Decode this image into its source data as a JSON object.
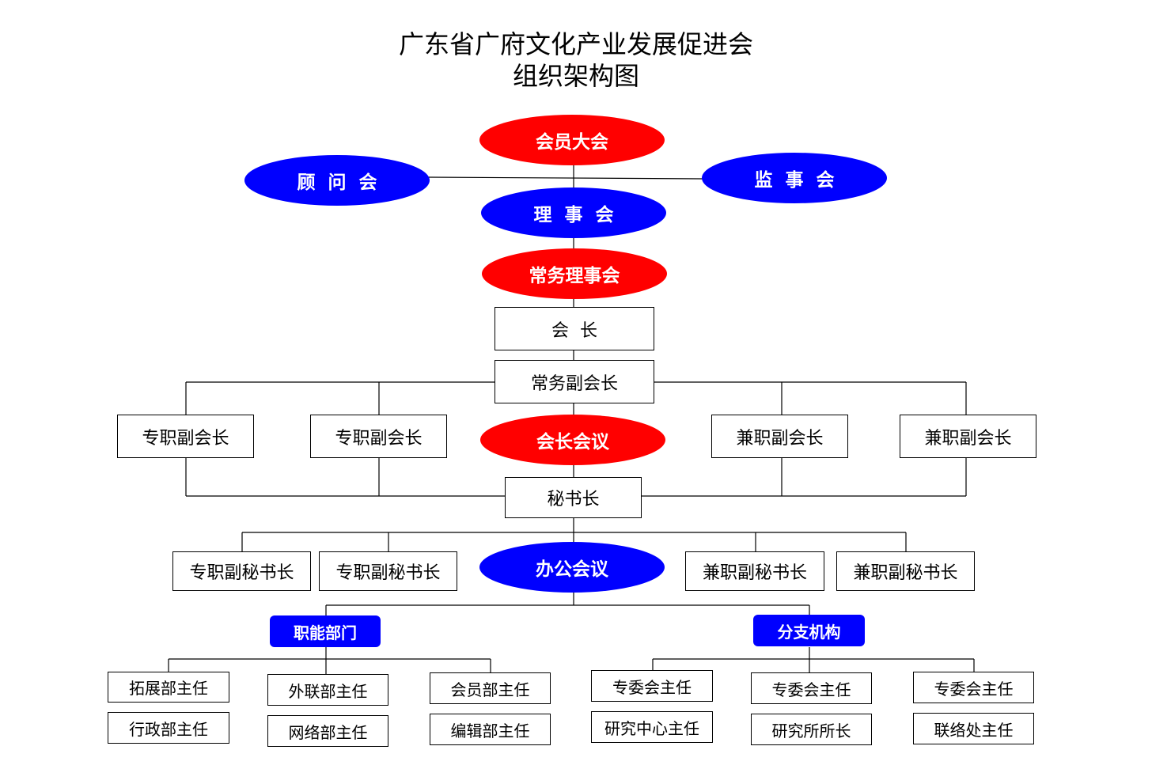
{
  "title": {
    "line1": "广东省广府文化产业发展促进会",
    "line2": "组织架构图"
  },
  "colors": {
    "red": "#ff0000",
    "blue": "#0000ff",
    "line": "#000000"
  },
  "ellipses": {
    "general_assembly": "会员大会",
    "advisory": "顾  问  会",
    "supervisory": "监  事  会",
    "council": "理  事  会",
    "standing_council": "常务理事会",
    "president_meeting": "会长会议",
    "office_meeting": "办公会议"
  },
  "boxes": {
    "president": "会  长",
    "exec_vp": "常务副会长",
    "ft_vp_1": "专职副会长",
    "ft_vp_2": "专职副会长",
    "pt_vp_1": "兼职副会长",
    "pt_vp_2": "兼职副会长",
    "secretary_general": "秘书长",
    "ft_dsg_1": "专职副秘书长",
    "ft_dsg_2": "专职副秘书长",
    "pt_dsg_1": "兼职副秘书长",
    "pt_dsg_2": "兼职副秘书长"
  },
  "groups": {
    "functional": "职能部门",
    "branches": "分支机构"
  },
  "departments": {
    "expansion": "拓展部主任",
    "admin": "行政部主任",
    "liaison": "外联部主任",
    "network": "网络部主任",
    "member": "会员部主任",
    "editing": "编辑部主任",
    "committee_1": "专委会主任",
    "research_center": "研究中心主任",
    "committee_2": "专委会主任",
    "institute": "研究所所长",
    "committee_3": "专委会主任",
    "liaison_office": "联络处主任"
  }
}
